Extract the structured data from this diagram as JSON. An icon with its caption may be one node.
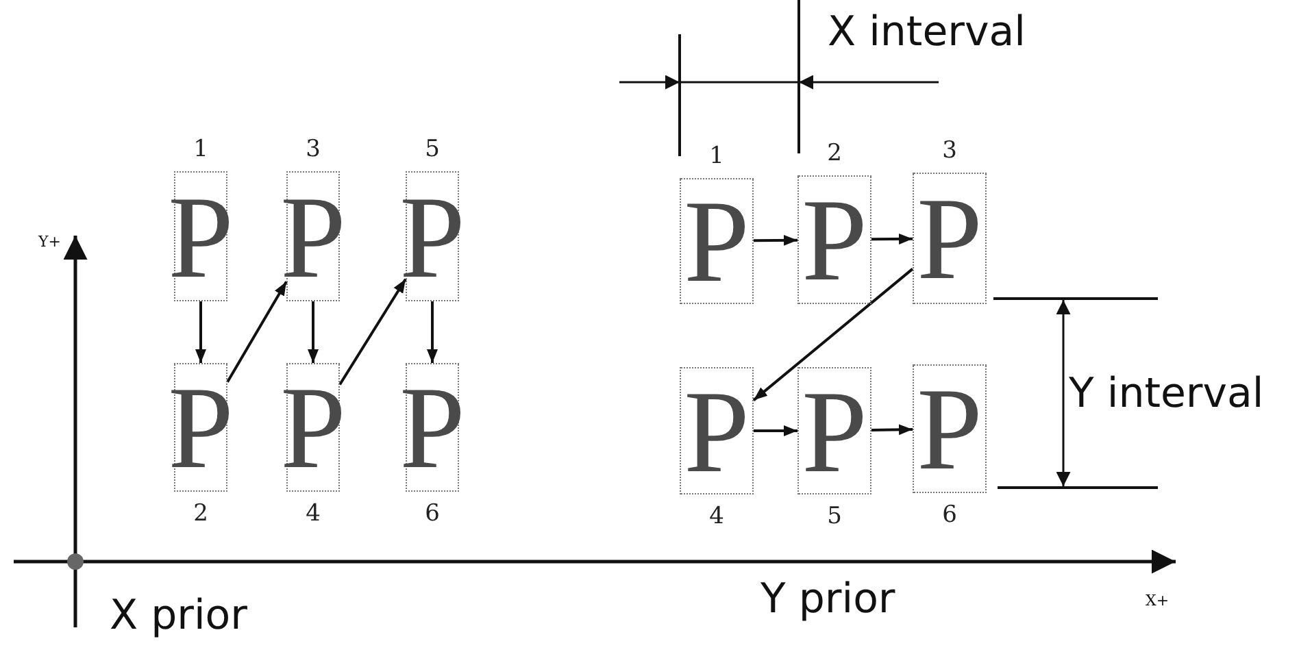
{
  "diagram": {
    "nodes": [
      {
        "text": [
          "P"
        ],
        "beside": [
          "1"
        ]
      },
      {
        "text": [
          "P"
        ],
        "beside": [
          "3"
        ]
      },
      {
        "text": [
          "P"
        ],
        "beside": [
          "5"
        ]
      },
      {
        "text": [
          "P"
        ],
        "beside": [
          "2"
        ]
      },
      {
        "text": [
          "P"
        ],
        "beside": [
          "4"
        ]
      },
      {
        "text": [
          "P"
        ],
        "beside": [
          "6"
        ]
      },
      {
        "text": [
          "P"
        ],
        "beside": [
          "1"
        ]
      },
      {
        "text": [
          "P"
        ],
        "beside": [
          "2"
        ]
      },
      {
        "text": [
          "P"
        ],
        "beside": [
          "3"
        ]
      },
      {
        "text": [
          "P"
        ],
        "beside": [
          "4"
        ]
      },
      {
        "text": [
          "P"
        ],
        "beside": [
          "5"
        ]
      },
      {
        "text": [
          "P"
        ],
        "beside": [
          "6"
        ]
      }
    ],
    "edges": [
      {
        "from": 0,
        "to": 3,
        "arrow": "to"
      },
      {
        "from": 3,
        "to": 1,
        "arrow": "to"
      },
      {
        "from": 1,
        "to": 4,
        "arrow": "to"
      },
      {
        "from": 4,
        "to": 2,
        "arrow": "to"
      },
      {
        "from": 2,
        "to": 5,
        "arrow": "to"
      },
      {
        "from": 6,
        "to": 7,
        "arrow": "to"
      },
      {
        "from": 7,
        "to": 8,
        "arrow": "to"
      },
      {
        "from": 8,
        "to": 9,
        "arrow": "to"
      },
      {
        "from": 9,
        "to": 10,
        "arrow": "to"
      },
      {
        "from": 10,
        "to": 11,
        "arrow": "to"
      }
    ],
    "labels": [
      "X interval",
      "Y+",
      "Y interval",
      "X+",
      "X prior",
      "Y prior"
    ]
  }
}
